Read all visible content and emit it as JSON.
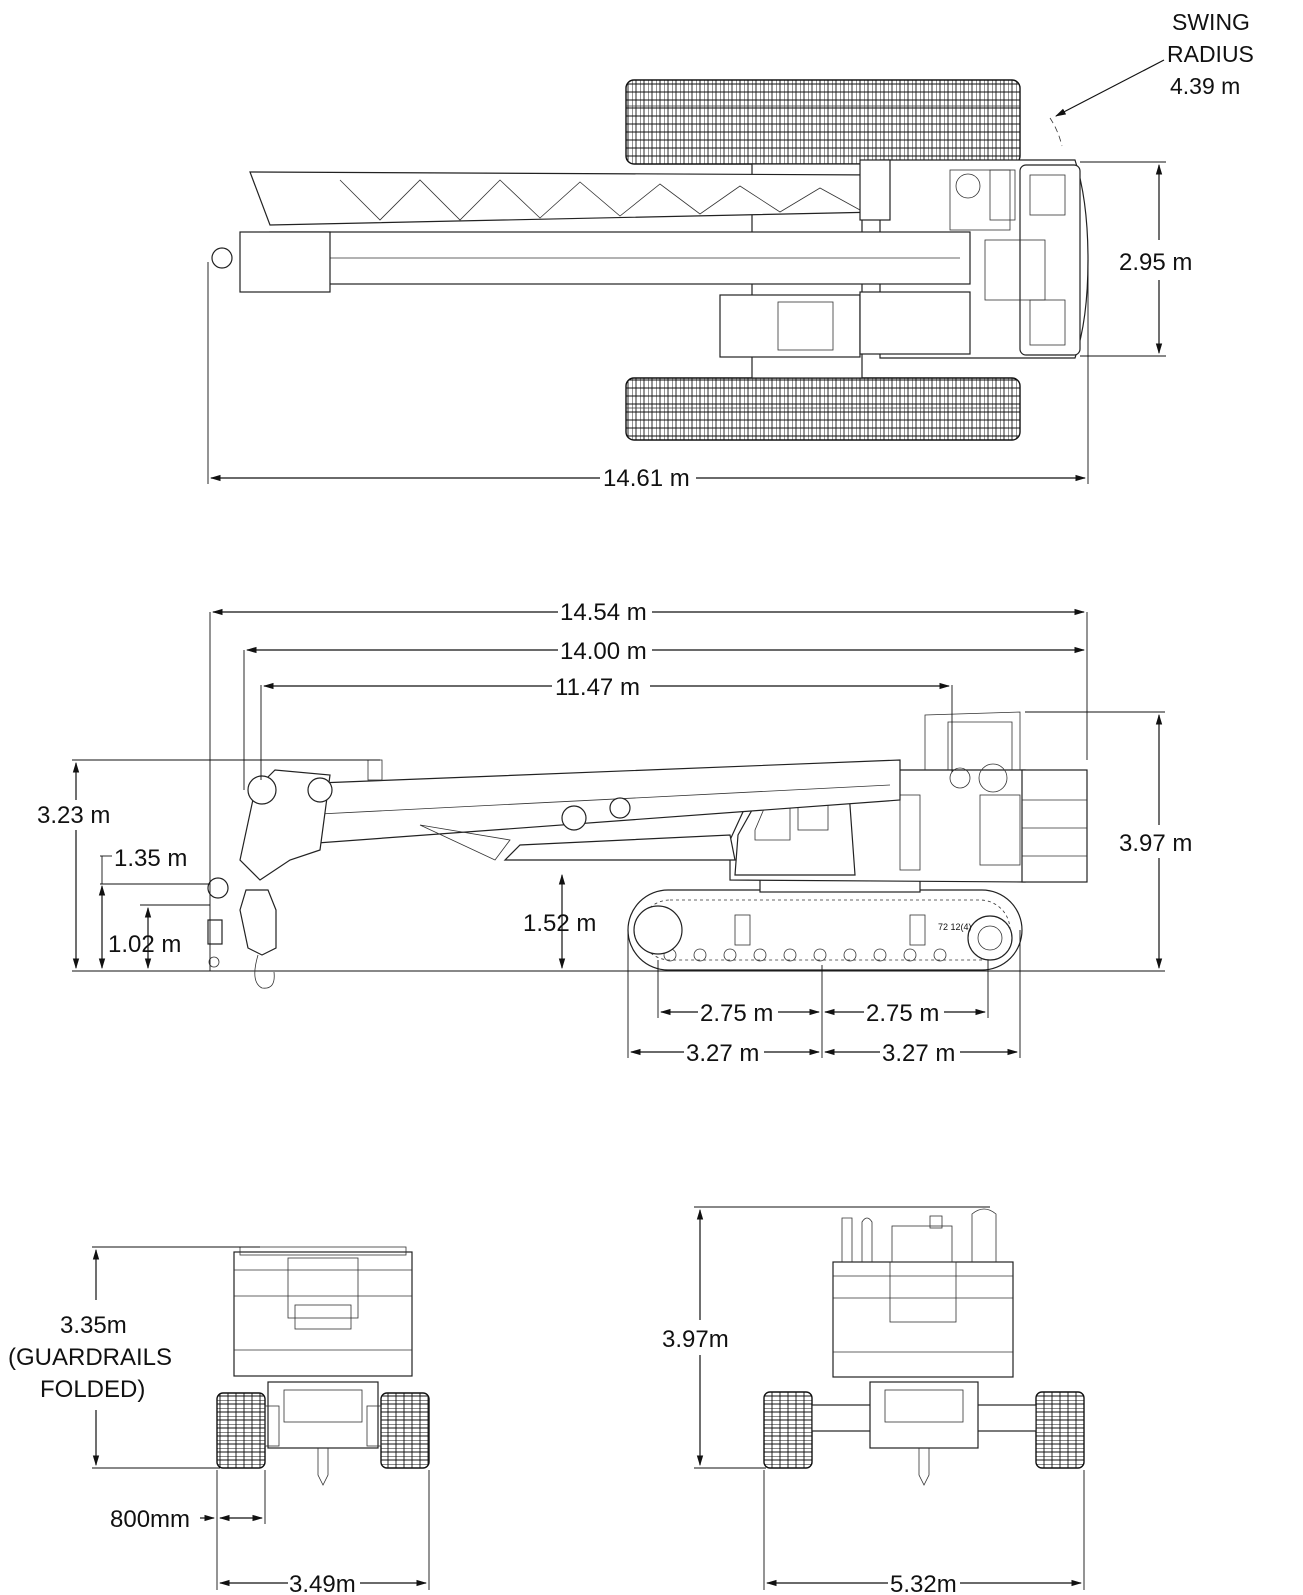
{
  "top_view": {
    "swing_radius_label_1": "SWING",
    "swing_radius_label_2": "RADIUS",
    "swing_radius_value": "4.39 m",
    "width_value": "2.95 m",
    "length_value": "14.61 m"
  },
  "side_view": {
    "overall_length": "14.54 m",
    "length_to_sheave": "14.00 m",
    "boom_length": "11.47 m",
    "boom_height": "3.23 m",
    "hook_height": "1.35 m",
    "block_height": "1.02 m",
    "boom_pivot_height": "1.52 m",
    "overall_height": "3.97 m",
    "tumbler_front": "2.75 m",
    "tumbler_rear": "2.75 m",
    "track_front": "3.27 m",
    "track_rear": "3.27 m",
    "serial_plate": "72 12(4)"
  },
  "rear_view_folded": {
    "height_line_1": "3.35m",
    "height_line_2": "(GUARDRAILS",
    "height_line_3": "FOLDED)",
    "shoe_width": "800mm",
    "overall_width": "3.49m"
  },
  "rear_view_extended": {
    "height": "3.97m",
    "overall_width": "5.32m"
  },
  "colors": {
    "line": "#111111",
    "background": "#ffffff"
  }
}
